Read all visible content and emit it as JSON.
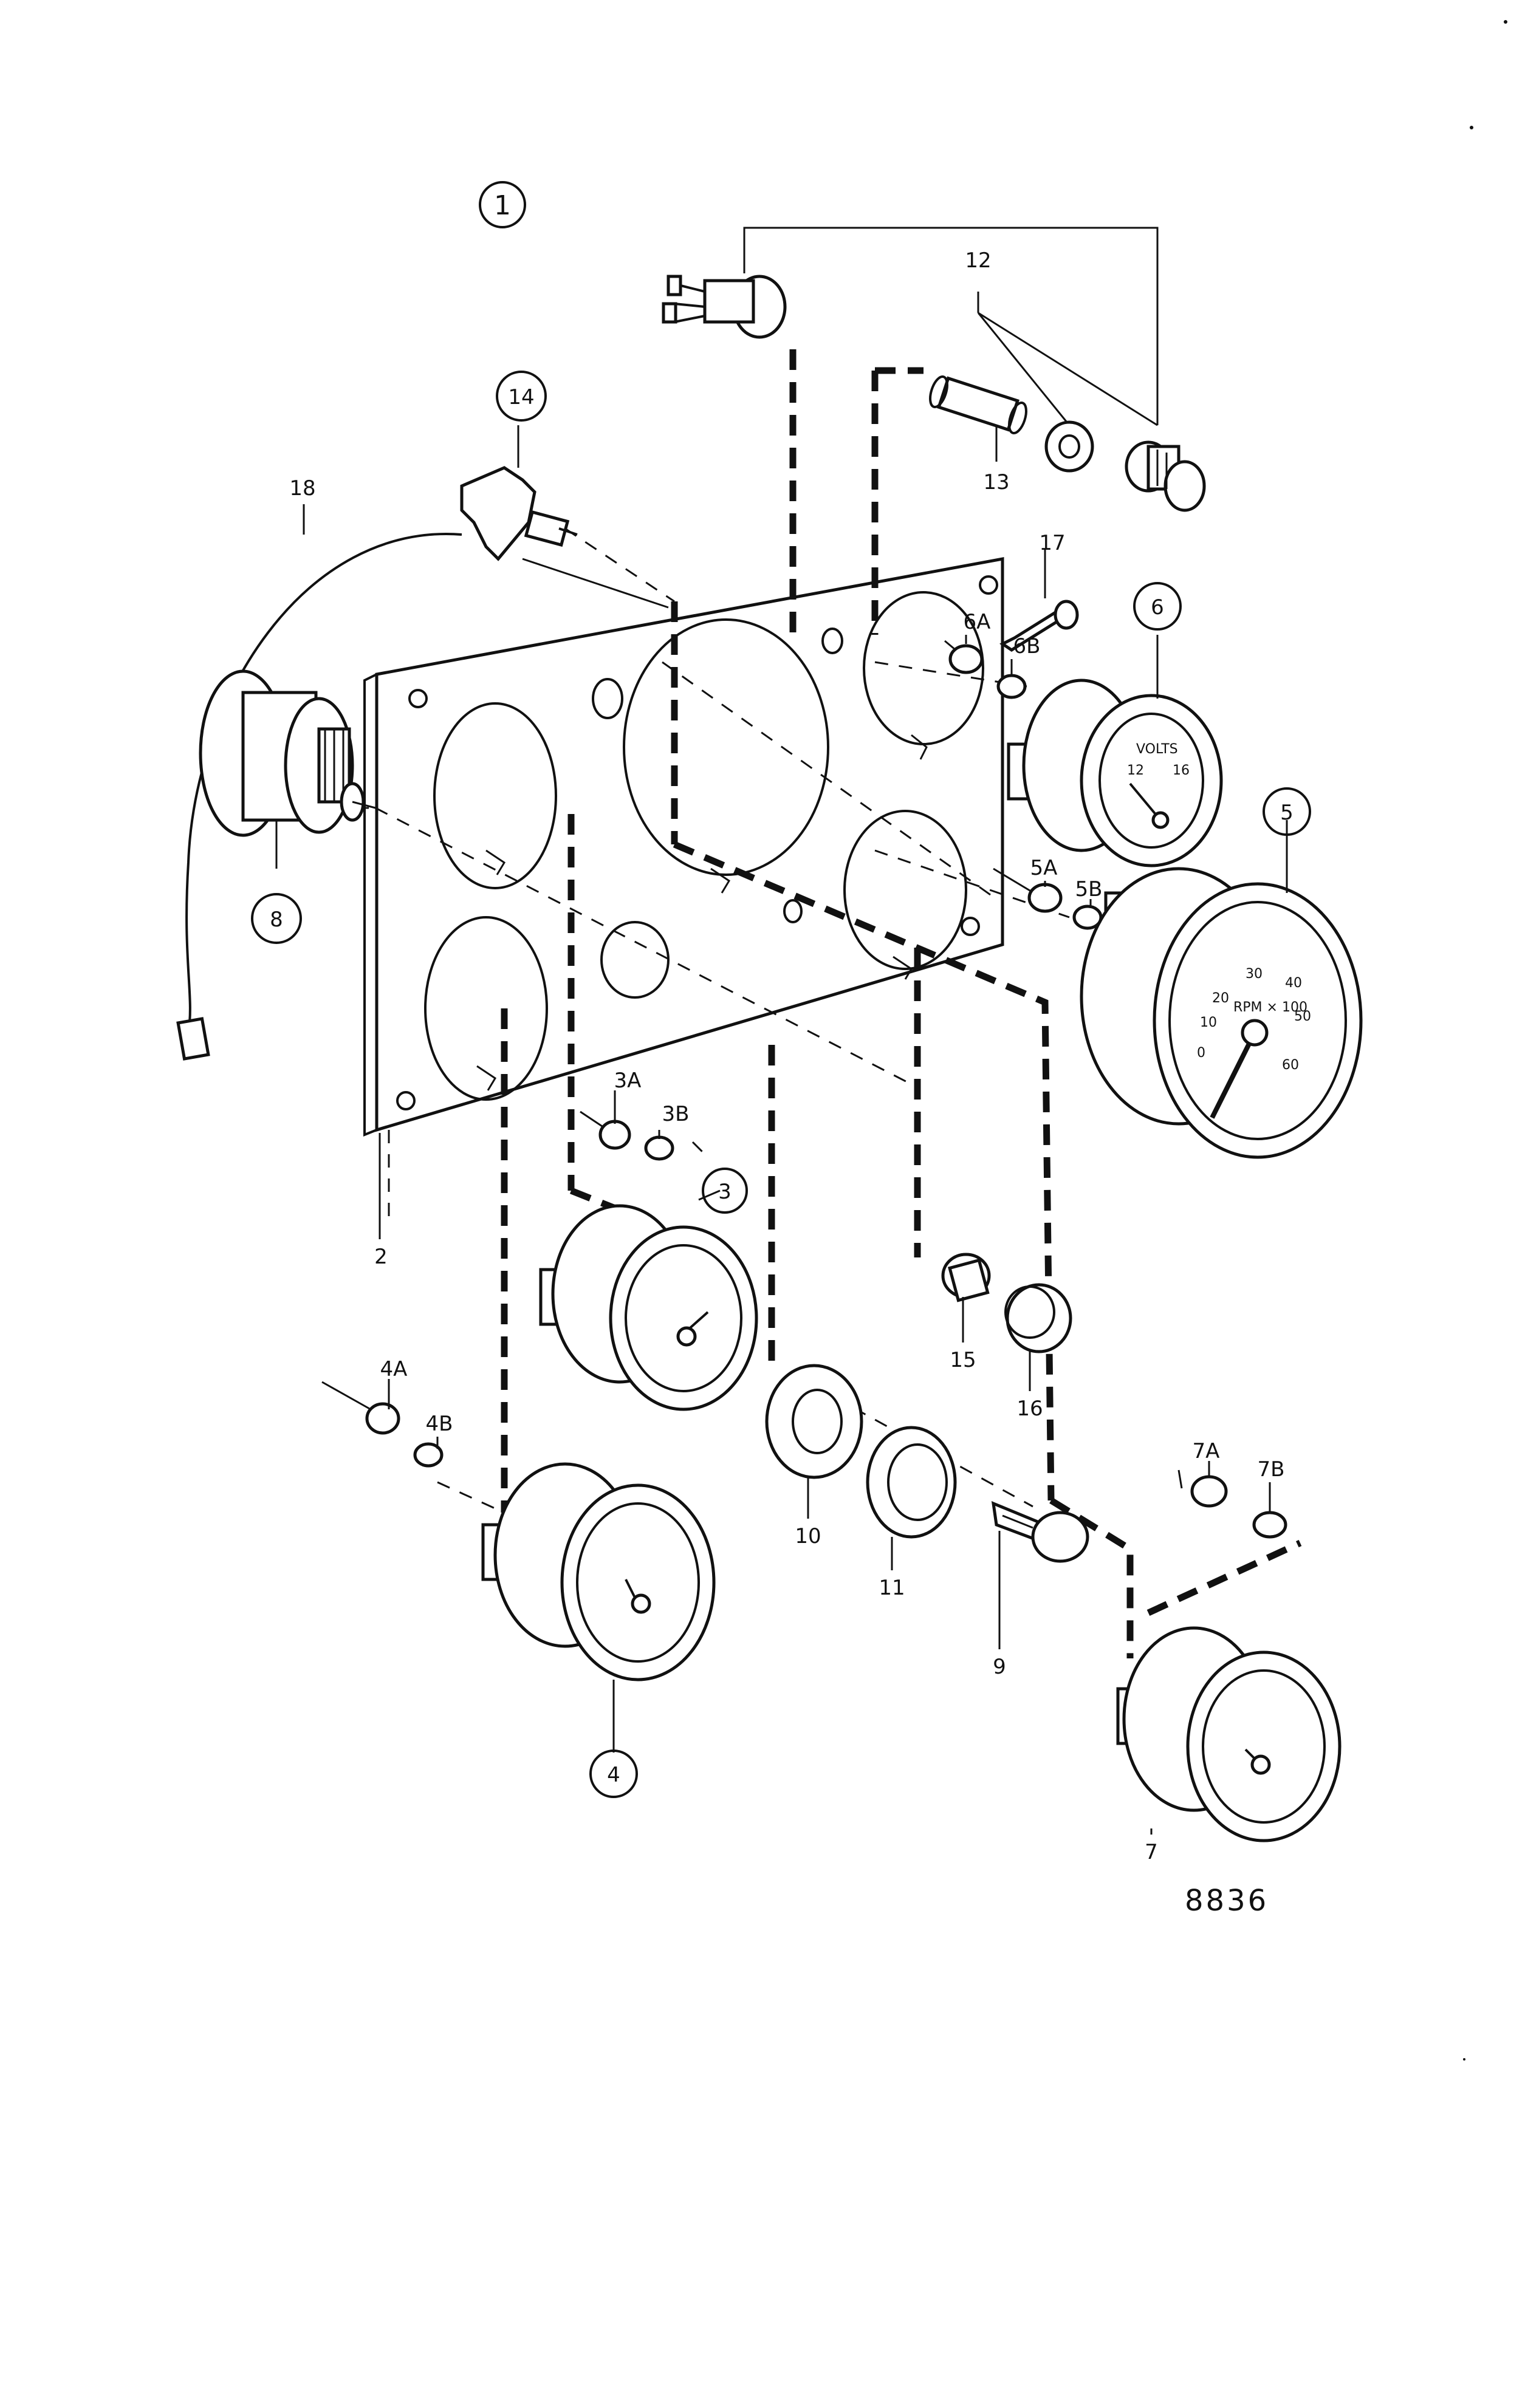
{
  "diagram": {
    "reference_number": "8836",
    "circled_labels": [
      "1",
      "14",
      "6",
      "5",
      "8",
      "3",
      "4"
    ],
    "part_labels": {
      "p12": "12",
      "p13": "13",
      "p17": "17",
      "p18": "18",
      "p6a": "6A",
      "p6b": "6B",
      "p5a": "5A",
      "p5b": "5B",
      "p2": "2",
      "p3a": "3A",
      "p3b": "3B",
      "p4a": "4A",
      "p4b": "4B",
      "p15": "15",
      "p16": "16",
      "p10": "10",
      "p11": "11",
      "p9": "9",
      "p7a": "7A",
      "p7b": "7B",
      "p7": "7"
    },
    "gauge_text": {
      "volts": "VOLTS",
      "v12": "12",
      "v16": "16",
      "rpm": "RPM × 100",
      "r0": "0",
      "r10": "10",
      "r20": "20",
      "r30": "30",
      "r40": "40",
      "r50": "50",
      "r60": "60"
    }
  }
}
